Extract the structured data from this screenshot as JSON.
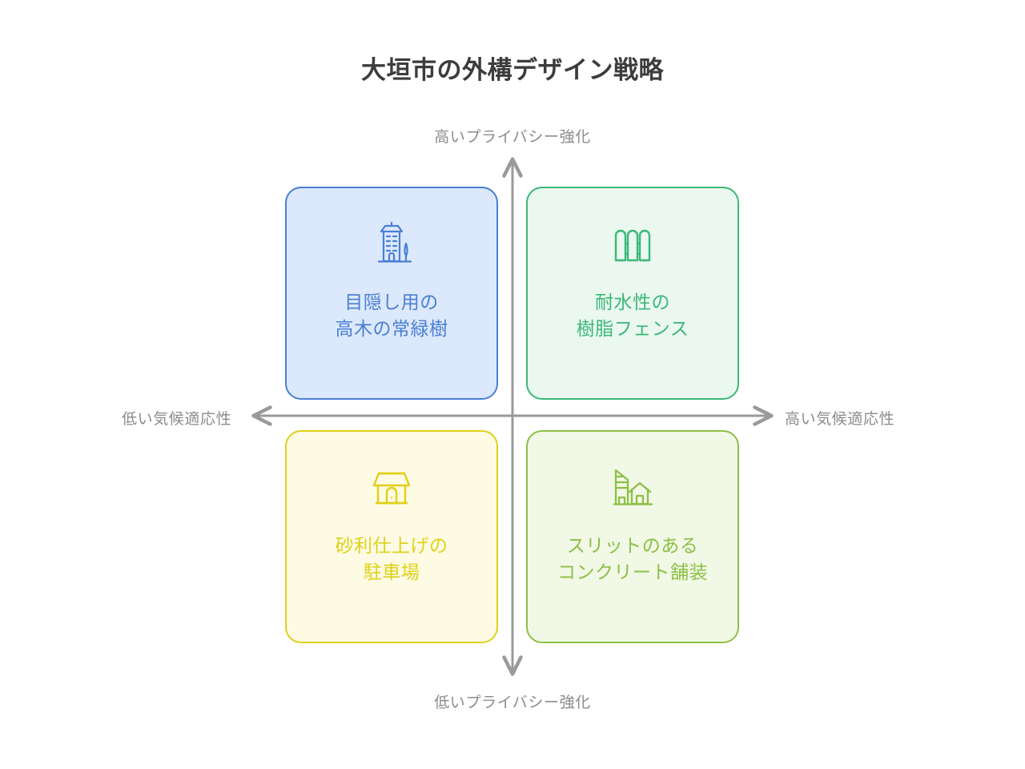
{
  "header": {
    "title": "大垣市の外構デザイン戦略"
  },
  "axes": {
    "y_high_label": "高いプライバシー強化",
    "y_low_label": "低いプライバシー強化",
    "x_low_label": "低い気候適応性",
    "x_high_label": "高い気候適応性",
    "axis_color": "#9a9a9a"
  },
  "quadrants": [
    {
      "position": "top-left",
      "icon": "building-with-tree-icon",
      "line1": "目隠し用の",
      "line2": "高木の常緑樹",
      "border_color": "#4a7fd4",
      "fill_color": "#dce8fb",
      "text_color": "#4a7fd4"
    },
    {
      "position": "top-right",
      "icon": "picket-fence-icon",
      "line1": "耐水性の",
      "line2": "樹脂フェンス",
      "border_color": "#3cb878",
      "fill_color": "#eaf8f0",
      "text_color": "#3cb878"
    },
    {
      "position": "bottom-left",
      "icon": "storefront-awning-icon",
      "line1": "砂利仕上げの",
      "line2": "駐車場",
      "border_color": "#e0d019",
      "fill_color": "#fdfbe4",
      "text_color": "#e0d019"
    },
    {
      "position": "bottom-right",
      "icon": "buildings-house-icon",
      "line1": "スリットのある",
      "line2": "コンクリート舗装",
      "border_color": "#8cc046",
      "fill_color": "#f2f8e6",
      "text_color": "#8cc046"
    }
  ],
  "chart_data": {
    "type": "scatter",
    "title": "大垣市の外構デザイン戦略",
    "xlabel": "気候適応性",
    "ylabel": "プライバシー強化",
    "x_axis_low": "低い気候適応性",
    "x_axis_high": "高い気候適応性",
    "y_axis_low": "低いプライバシー強化",
    "y_axis_high": "高いプライバシー強化",
    "grid": false,
    "legend": "none",
    "quadrant_items": [
      {
        "quadrant": "top-left",
        "x": "low",
        "y": "high",
        "label": "目隠し用の高木の常緑樹"
      },
      {
        "quadrant": "top-right",
        "x": "high",
        "y": "high",
        "label": "耐水性の樹脂フェンス"
      },
      {
        "quadrant": "bottom-left",
        "x": "low",
        "y": "low",
        "label": "砂利仕上げの駐車場"
      },
      {
        "quadrant": "bottom-right",
        "x": "high",
        "y": "low",
        "label": "スリットのあるコンクリート舗装"
      }
    ]
  }
}
